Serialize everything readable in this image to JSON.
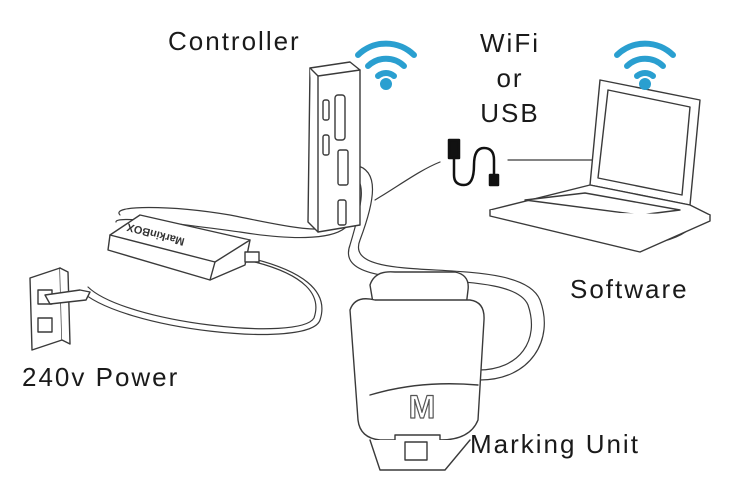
{
  "labels": {
    "controller": "Controller",
    "connection": [
      "WiFi",
      "or",
      "USB"
    ],
    "software": "Software",
    "power": "240v Power",
    "marking_unit": "Marking Unit"
  },
  "brand_on_power_supply": "MarkinBOX",
  "logo_letter": "M",
  "colors": {
    "wifi": "#2a9fd0",
    "line": "#3a3a3a"
  },
  "icons": [
    "wifi-icon",
    "wifi-icon",
    "usb-cable-icon"
  ]
}
